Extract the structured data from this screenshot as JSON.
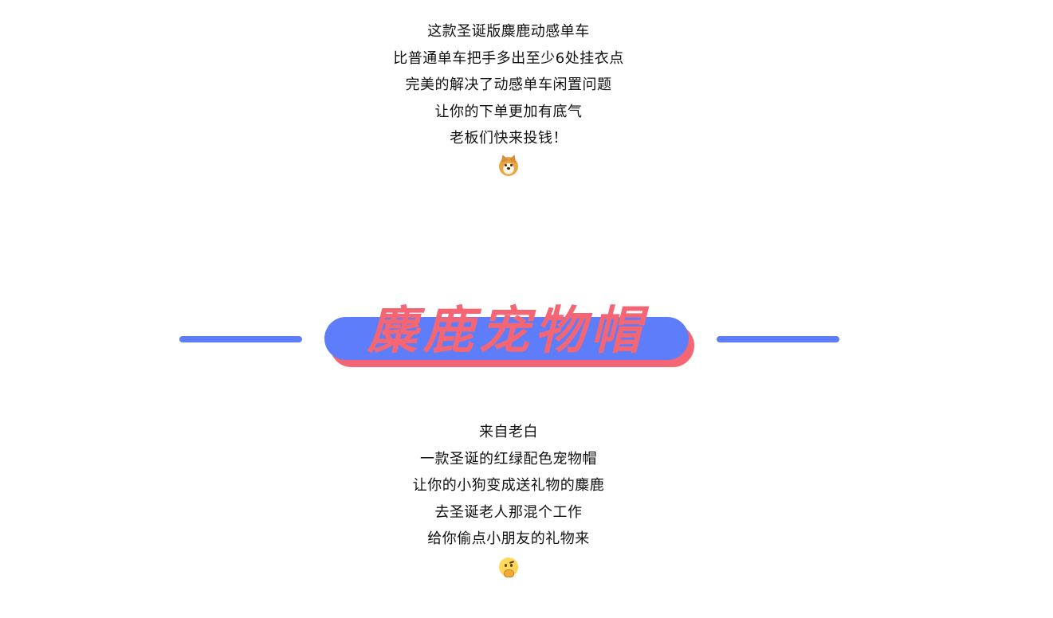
{
  "intro": {
    "lines": [
      "这款圣诞版麋鹿动感单车",
      "比普通单车把手多出至少6处挂衣点",
      "完美的解决了动感单车闲置问题",
      "让你的下单更加有底气",
      "老板们快来投钱！"
    ],
    "emoji": "dog-face-icon"
  },
  "section": {
    "title": "麋鹿宠物帽",
    "colors": {
      "accent_blue": "#5d7dfa",
      "accent_red": "#f46674"
    }
  },
  "description": {
    "lines": [
      "来自老白",
      "一款圣诞的红绿配色宠物帽",
      "让你的小狗变成送礼物的麋鹿",
      "去圣诞老人那混个工作",
      "给你偷点小朋友的礼物来"
    ],
    "emoji": "thinking-face-icon"
  }
}
